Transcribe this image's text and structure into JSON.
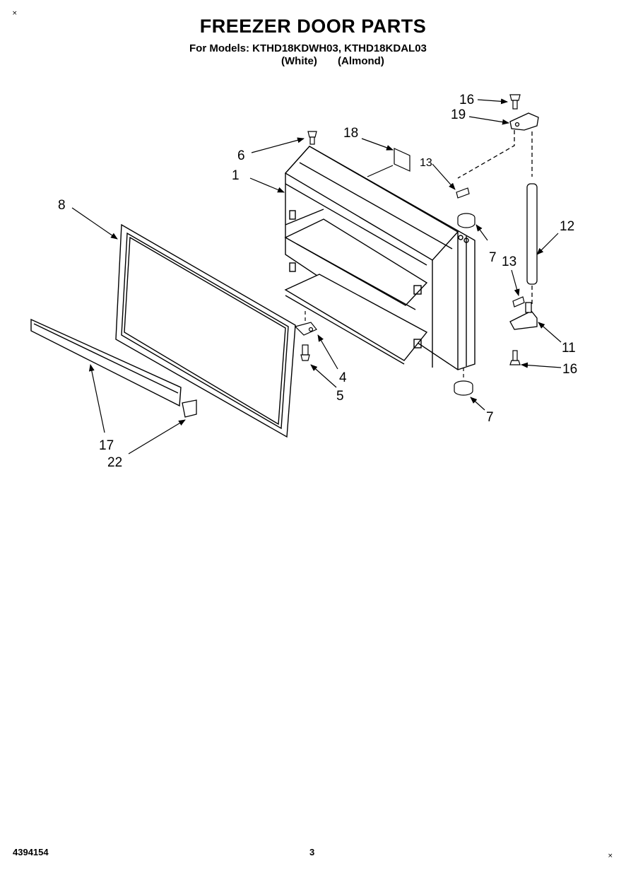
{
  "header": {
    "title": "FREEZER DOOR PARTS",
    "models": "For Models: KTHD18KDWH03, KTHD18KDAL03",
    "color_white": "(White)",
    "color_almond": "(Almond)"
  },
  "footer": {
    "doc_number": "4394154",
    "page_number": "3"
  },
  "corner_marks": [
    "×",
    "×"
  ],
  "callouts": {
    "c1": "1",
    "c4": "4",
    "c5": "5",
    "c6": "6",
    "c7a": "7",
    "c7b": "7",
    "c8": "8",
    "c11": "11",
    "c12": "12",
    "c13a": "13",
    "c13b": "13",
    "c16a": "16",
    "c16b": "16",
    "c17": "17",
    "c18": "18",
    "c19": "19",
    "c22": "22"
  }
}
